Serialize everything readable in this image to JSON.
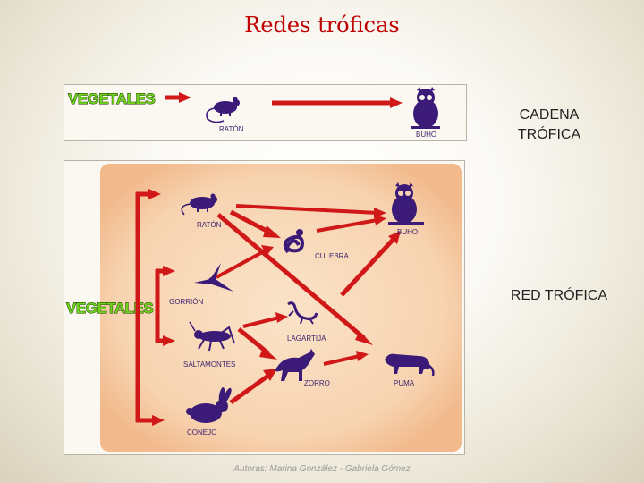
{
  "title": "Redes tróficas",
  "labels": {
    "chain_line1": "CADENA",
    "chain_line2": "TRÓFICA",
    "web": "RED TRÓFICA"
  },
  "chain": {
    "vegetales": "VEGETALES",
    "raton": "RATÓN",
    "buho": "BUHO"
  },
  "web": {
    "vegetales": "VEGETALES",
    "raton": "RATÓN",
    "buho": "BUHO",
    "culebra": "CULEBRA",
    "gorrion": "GORRIÓN",
    "lagartija": "LAGARTIJA",
    "saltamontes": "SALTAMONTES",
    "zorro": "ZORRO",
    "puma": "PUMA",
    "conejo": "CONEJO"
  },
  "colors": {
    "title": "#c00000",
    "arrow": "#d11818",
    "animal": "#3b1a78",
    "vegetales_text": "#6fd21a",
    "web_background": "#f7d3b0"
  },
  "footer": "Autoras: Marina González - Gabriela Gómez"
}
